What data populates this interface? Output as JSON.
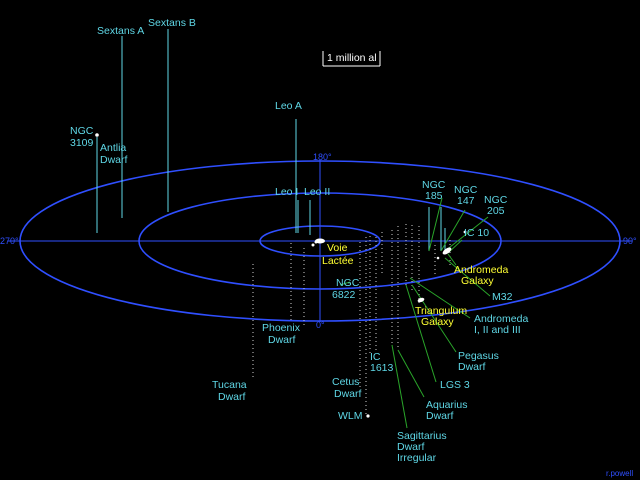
{
  "scale_bar": "1 million al",
  "degrees": {
    "top": "180°",
    "bottom": "0°",
    "left": "270°",
    "right": "90°"
  },
  "center_label": {
    "line1": "Voie",
    "line2": "Lactée"
  },
  "andromeda_label": {
    "line1": "Andromeda",
    "line2": "Galaxy"
  },
  "triangulum_label": {
    "line1": "Triangulum",
    "line2": "Galaxy"
  },
  "labels": {
    "sextans_a": "Sextans A",
    "sextans_b": "Sextans B",
    "leo_a": "Leo A",
    "leo_i": "Leo I",
    "leo_ii": "Leo II",
    "ngc3109_1": "NGC",
    "ngc3109_2": "3109",
    "antlia_1": "Antlia",
    "antlia_2": "Dwarf",
    "ngc185_1": "NGC",
    "ngc185_2": "185",
    "ngc147_1": "NGC",
    "ngc147_2": "147",
    "ngc205_1": "NGC",
    "ngc205_2": "205",
    "ic10": "IC 10",
    "m32": "M32",
    "and_123_1": "Andromeda",
    "and_123_2": "I, II and III",
    "pegasus_1": "Pegasus",
    "pegasus_2": "Dwarf",
    "lgs3": "LGS 3",
    "aquarius_1": "Aquarius",
    "aquarius_2": "Dwarf",
    "sagittarius_1": "Sagittarius",
    "sagittarius_2": "Dwarf",
    "sagittarius_3": "Irregular",
    "ngc6822_1": "NGC",
    "ngc6822_2": "6822",
    "ic1613_1": "IC",
    "ic1613_2": "1613",
    "cetus_1": "Cetus",
    "cetus_2": "Dwarf",
    "wlm": "WLM",
    "phoenix_1": "Phoenix",
    "phoenix_2": "Dwarf",
    "tucana_1": "Tucana",
    "tucana_2": "Dwarf"
  },
  "credit": "r.powell",
  "colors": {
    "background": "#000000",
    "rings": "#2f4fff",
    "labels": "#5fd7e6",
    "milky_way_label": "#ffff33",
    "leaders": "#2aa52a"
  }
}
